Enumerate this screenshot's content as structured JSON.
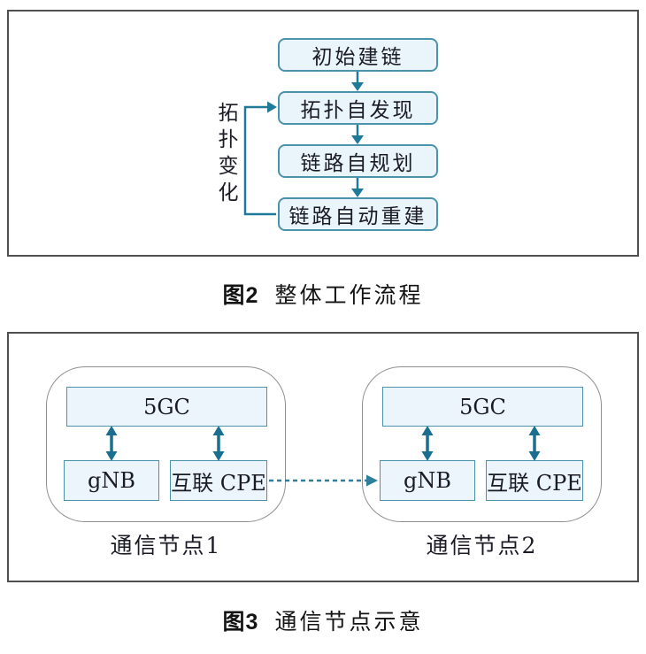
{
  "figure2": {
    "caption": {
      "label": "图2",
      "title": "整体工作流程"
    },
    "steps": [
      {
        "label": "初始建链"
      },
      {
        "label": "拓扑自发现"
      },
      {
        "label": "链路自规划"
      },
      {
        "label": "链路自动重建"
      }
    ],
    "feedback_label": "拓扑变化"
  },
  "figure3": {
    "caption": {
      "label": "图3",
      "title": "通信节点示意"
    },
    "nodes": [
      {
        "core": "5GC",
        "left": "gNB",
        "right": "互联 CPE",
        "label": "通信节点1"
      },
      {
        "core": "5GC",
        "left": "gNB",
        "right": "互联 CPE",
        "label": "通信节点2"
      }
    ]
  },
  "colors": {
    "box_fill": "#eaf4fb",
    "box_border": "#4a93ab",
    "flow_arrow": "#1f7a99",
    "double_arrow": "#1a6f90",
    "dashed_link": "#2f7f9b",
    "panel_border": "#4f4f4f",
    "container_border": "#8f8f8f",
    "text": "#1b1b26"
  }
}
